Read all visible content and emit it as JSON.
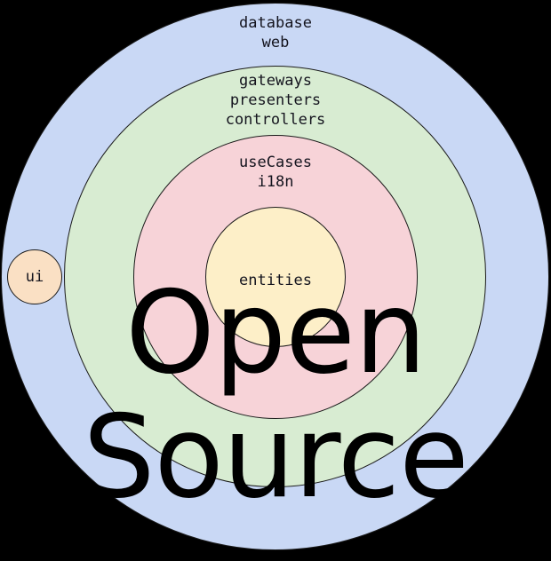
{
  "diagram": {
    "title": "Clean Architecture concentric rings",
    "background_color": "#000000",
    "rings": [
      {
        "name": "outer-frameworks-ring",
        "color": "#c9d8f5",
        "lines": "database\nweb",
        "items": [
          "database",
          "web"
        ]
      },
      {
        "name": "interface-adapters-ring",
        "color": "#d8ecd2",
        "lines": "gateways\npresenters\ncontrollers",
        "items": [
          "gateways",
          "presenters",
          "controllers"
        ]
      },
      {
        "name": "use-cases-ring",
        "color": "#f7d3d8",
        "lines": "useCases\ni18n",
        "items": [
          "useCases",
          "i18n"
        ]
      },
      {
        "name": "entities-core",
        "color": "#fdefc8",
        "lines": "entities",
        "items": [
          "entities"
        ]
      },
      {
        "name": "ui-bubble",
        "color": "#fae0c4",
        "lines": "ui",
        "items": [
          "ui"
        ]
      }
    ]
  },
  "wordmark": {
    "line1": "Open",
    "line2": "Source",
    "color": "#000000"
  }
}
